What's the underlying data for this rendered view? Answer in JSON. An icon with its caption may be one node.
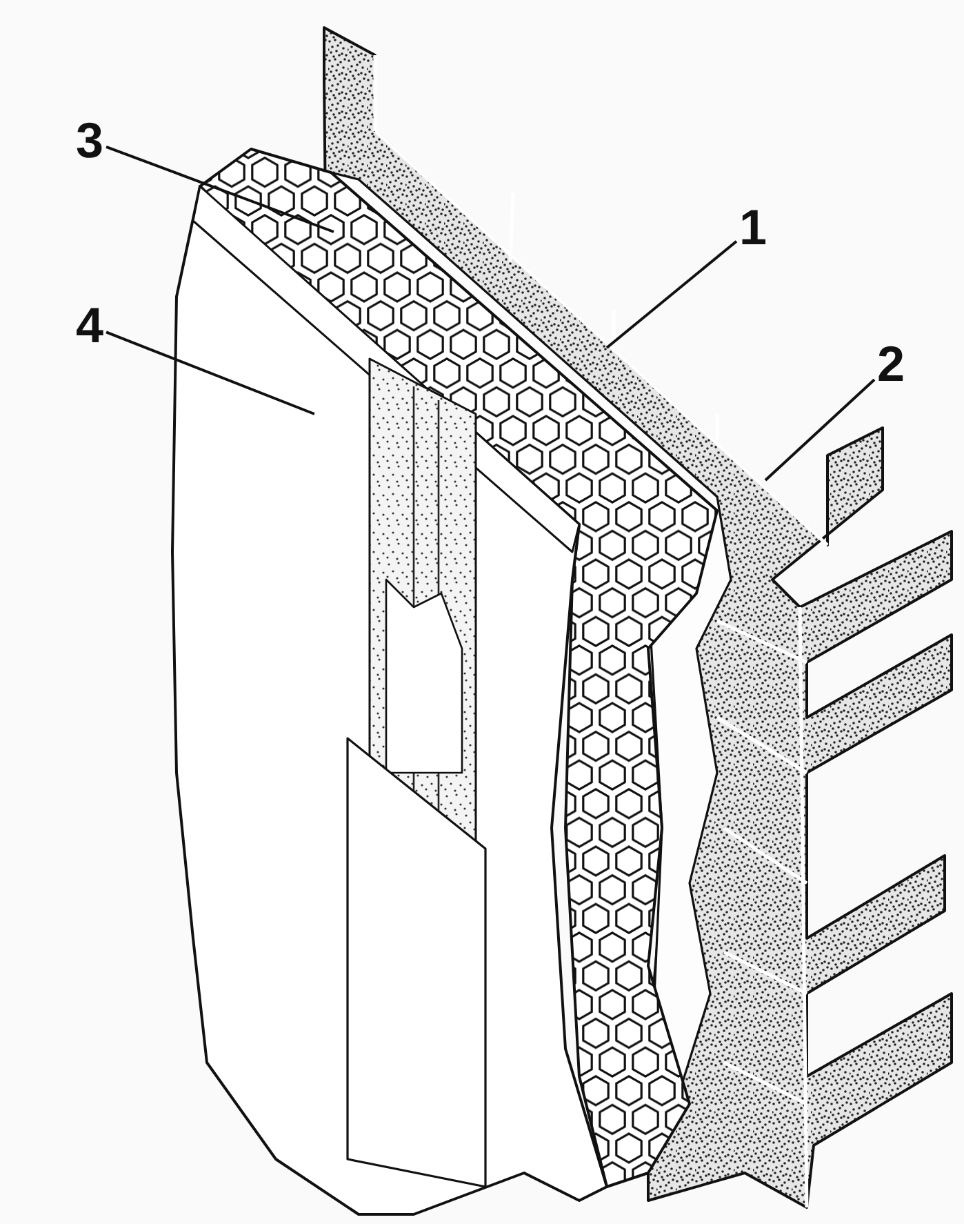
{
  "diagram": {
    "nodes": [
      {
        "text": [
          "3"
        ]
      },
      {
        "text": [
          "1"
        ]
      },
      {
        "text": [
          "4"
        ]
      },
      {
        "text": [
          "2"
        ]
      }
    ],
    "edges": [
      {
        "from": 0,
        "to": null,
        "arrow": "none"
      },
      {
        "from": 1,
        "to": null,
        "arrow": "none"
      },
      {
        "from": 2,
        "to": null,
        "arrow": "none"
      },
      {
        "from": 3,
        "to": null,
        "arrow": "none"
      }
    ]
  }
}
